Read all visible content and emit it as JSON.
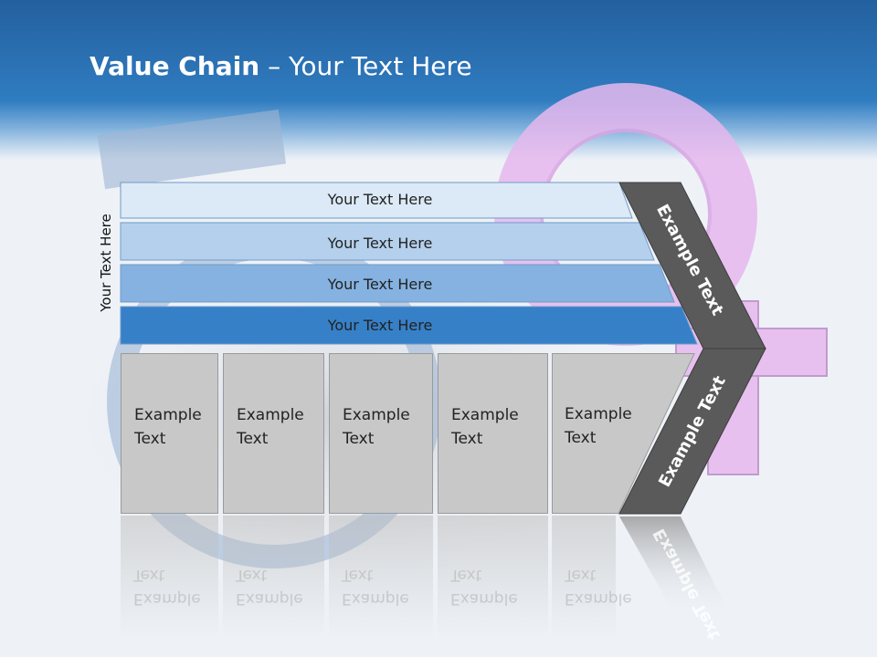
{
  "title": {
    "bold": "Value Chain",
    "rest": " – Your Text Here"
  },
  "side_label": "Your Text Here",
  "bands": [
    {
      "label": "Your Text Here",
      "color": "#dce9f6"
    },
    {
      "label": "Your Text Here",
      "color": "#b4d0ec"
    },
    {
      "label": "Your Text Here",
      "color": "#85b2e0"
    },
    {
      "label": "Your Text Here",
      "color": "#3680c8"
    }
  ],
  "boxes": [
    {
      "line1": "Example",
      "line2": "Text"
    },
    {
      "line1": "Example",
      "line2": "Text"
    },
    {
      "line1": "Example",
      "line2": "Text"
    },
    {
      "line1": "Example",
      "line2": "Text"
    },
    {
      "line1": "Example",
      "line2": "Text"
    }
  ],
  "chevron": {
    "upper": "Example Text",
    "lower": "Example Text",
    "color": "#5a5a5a"
  }
}
